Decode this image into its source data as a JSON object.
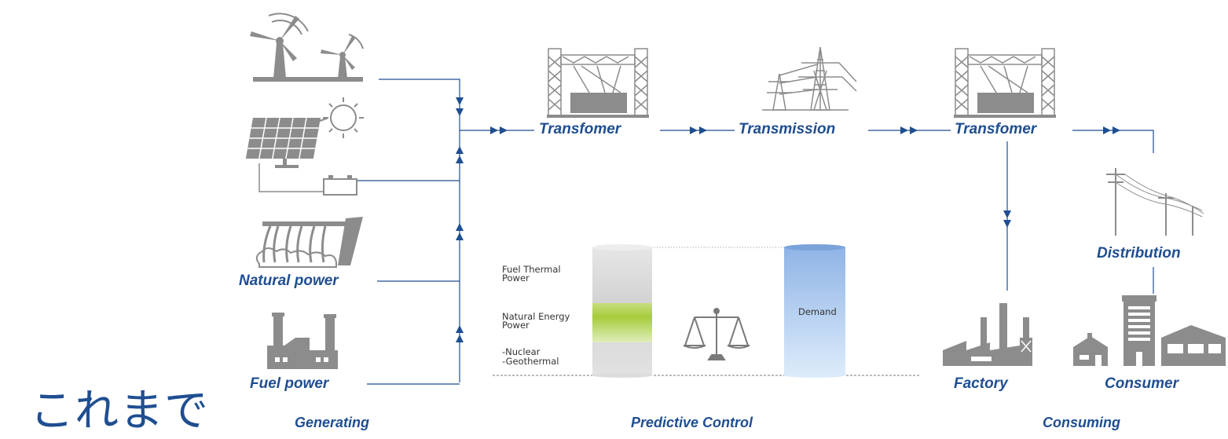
{
  "page_title": "これまで",
  "generating": {
    "section_label": "Generating",
    "natural_label": "Natural power",
    "fuel_label": "Fuel power"
  },
  "grid": {
    "transformer1_label": "Transfomer",
    "transmission_label": "Transmission",
    "transformer2_label": "Transfomer",
    "distribution_label": "Distribution"
  },
  "predictive": {
    "section_label": "Predictive Control",
    "fuel_thermal_label": "Fuel Thermal Power",
    "natural_energy_label": "Natural Energy Power",
    "nuclear_label": "-Nuclear",
    "geothermal_label": "-Geothermal",
    "demand_label": "Demand"
  },
  "consuming": {
    "section_label": "Consuming",
    "factory_label": "Factory",
    "consumer_label": "Consumer"
  },
  "colors": {
    "line": "#1f4e91",
    "icon_gray": "#8c8c8c",
    "green_band": "#a6cc3c",
    "demand_blue": "#8fb4e6"
  }
}
